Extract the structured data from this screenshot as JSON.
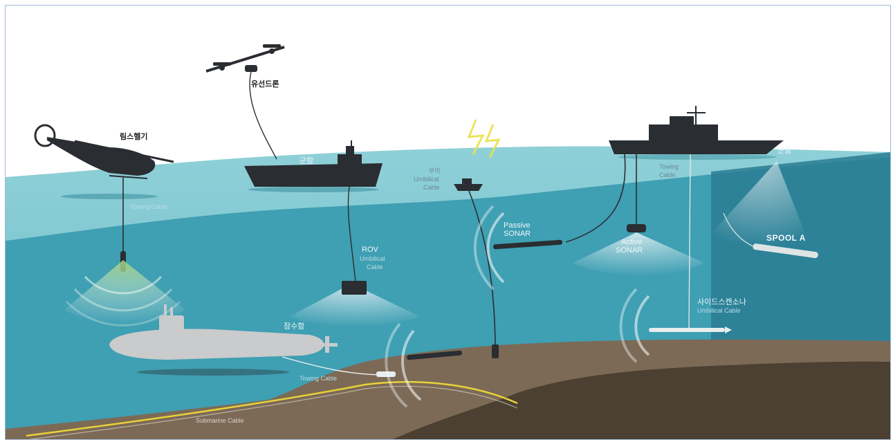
{
  "labels": {
    "wired_drone": "유선드론",
    "helicopter": "림스헬기",
    "ship_left": "군함",
    "ship_right": "군함",
    "buoy": "부이",
    "buoy_cable_1": "Umbilical",
    "buoy_cable_2": "Cable",
    "heli_towing": "Towing Cable",
    "rov": "ROV",
    "rov_cable_1": "Umbilical",
    "rov_cable_2": "Cable",
    "passive_1": "Passive",
    "passive_2": "SONAR",
    "active_1": "Active",
    "active_2": "SONAR",
    "ship_towing_1": "Towing",
    "ship_towing_2": "Cable",
    "spool": "SPOOL A",
    "sidescan_1": "사이드스캔소나",
    "sidescan_2": "Umbilical Cable",
    "submarine": "잠수함",
    "sub_towing": "Towing Cable",
    "submarine_cable": "Submarine Cable"
  },
  "colors": {
    "sky": "#ffffff",
    "surface_water": "#7cc6d0",
    "mid_water": "#3a9bb0",
    "deep_water": "#2b7f95",
    "seabed_light": "#7d6a55",
    "seabed_dark": "#4a3f30",
    "silhouette": "#2a2d31",
    "cable_yellow": "#e8d23a"
  }
}
